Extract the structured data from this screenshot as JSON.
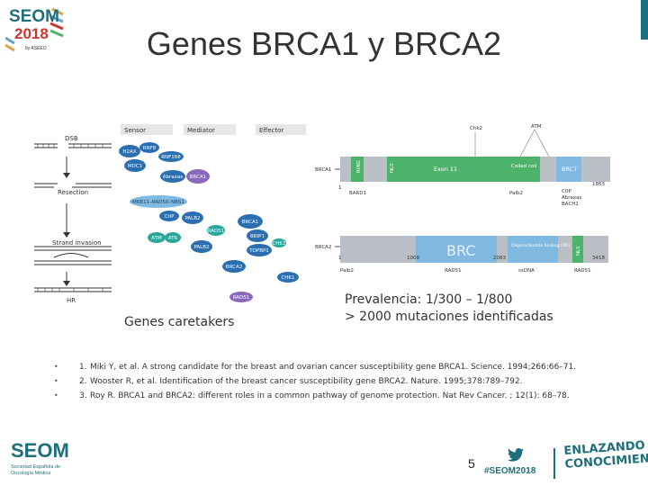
{
  "header": {
    "logo_line1": "SEOM",
    "logo_line2": "2018",
    "logo_line3": "by ASEEO",
    "title": "Genes BRCA1 y BRCA2"
  },
  "pathway_diagram": {
    "column_headers": [
      "Sensor",
      "Mediator",
      "Effector"
    ],
    "left_labels": [
      "DSB",
      "Resection",
      "Strand invasion",
      "HR"
    ],
    "proteins": [
      "H2AX",
      "RNF8",
      "RNF168",
      "MDC1",
      "Abraxas",
      "BRCA1",
      "MRE11–RAD50–NBS1",
      "CtIP",
      "PALB2",
      "BRCA1",
      "ATM",
      "ATR",
      "BRIP1",
      "TOPBP1",
      "PALB2",
      "RAD51",
      "BRCA2",
      "RAD51",
      "CHK2",
      "CHK1"
    ],
    "caption": "Genes caretakers"
  },
  "protein_domains": {
    "brca1": {
      "name": "BRCA1",
      "domains": [
        "RING",
        "NLS",
        "Exon 11",
        "Coiled coil",
        "BRCT"
      ],
      "kinases": [
        "Chk2",
        "ATM"
      ],
      "start": "1",
      "end": "1863",
      "partners": [
        "BARD1",
        "Palb2",
        "CtIP",
        "Abraxas",
        "BACH1"
      ]
    },
    "brca2": {
      "name": "BRCA2",
      "domains": [
        "BRC",
        "Oligonucleotide binding (OB)",
        "NLS"
      ],
      "start": "1",
      "mid_a": "1009",
      "mid_b": "2083",
      "end": "3418",
      "partners": [
        "Palb2",
        "RAD51",
        "ssDNA",
        "RAD51"
      ]
    }
  },
  "prevalence": {
    "line1": "Prevalencia: 1/300 – 1/800",
    "line2": "> 2000 mutaciones identificadas"
  },
  "references": [
    {
      "bullet": "•",
      "num": "1.",
      "text": "Miki Y, et al. A strong candidate for the breast and ovarian cancer susceptibility gene BRCA1. Science. 1994;266:66–71."
    },
    {
      "bullet": "•",
      "num": "2.",
      "text": "Wooster R, et al. Identification of the breast cancer susceptibility gene BRCA2. Nature. 1995;378:789–792."
    },
    {
      "bullet": "•",
      "num": "3.",
      "text": "Roy R. BRCA1 and BRCA2: different roles in a common pathway of genome protection. Nat Rev Cancer. ; 12(1): 68–78."
    }
  ],
  "footer": {
    "seom_word": "SEOM",
    "seom_sub": "Sociedad Española de Oncología Médica",
    "page_number": "5",
    "hashtag": "#SEOM2018",
    "campaign_line1": "ENLAZANDO",
    "campaign_line2": "CONOCIMIENTO",
    "twitter_icon": "twitter-bird-icon"
  },
  "colors": {
    "seom_teal": "#1e6f7d",
    "seom_red": "#c7362f",
    "domain_green": "#4db36a",
    "domain_blue": "#7fb8e0",
    "protein_blue": "#2c6fb0",
    "protein_teal": "#2aa69a",
    "protein_purple": "#8a6ab8"
  }
}
